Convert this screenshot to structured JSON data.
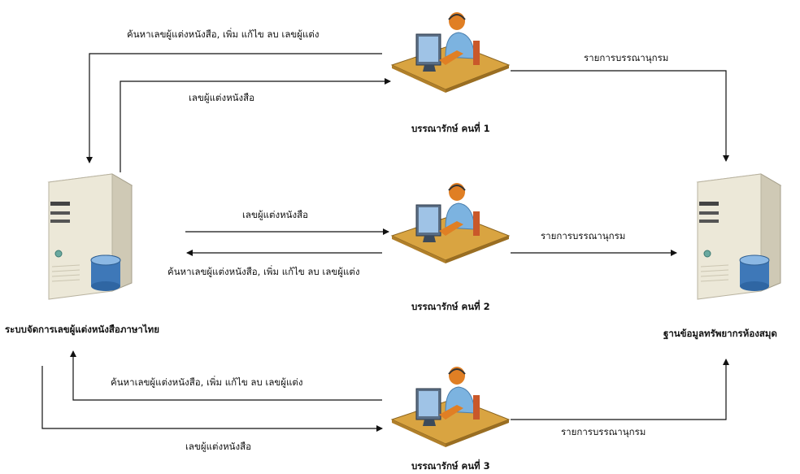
{
  "diagram": {
    "system": {
      "label": "ระบบจัดการเลขผู้แต่งหนังสือภาษาไทย",
      "icon": "server-database-icon"
    },
    "database": {
      "label": "ฐานข้อมูลทรัพยากรห้องสมุด",
      "icon": "server-database-icon"
    },
    "librarians": [
      {
        "label": "บรรณารักษ์ คนที่ 1",
        "icon": "librarian-workstation-icon"
      },
      {
        "label": "บรรณารักษ์ คนที่ 2",
        "icon": "librarian-workstation-icon"
      },
      {
        "label": "บรรณารักษ์ คนที่ 3",
        "icon": "librarian-workstation-icon"
      }
    ],
    "flows": {
      "request_1": "ค้นหาเลขผู้แต่งหนังสือ, เพิ่ม แก้ไข ลบ เลขผู้แต่ง",
      "response_1": "เลขผู้แต่งหนังสือ",
      "catalog_1": "รายการบรรณานุกรม",
      "response_2": "เลขผู้แต่งหนังสือ",
      "request_2": "ค้นหาเลขผู้แต่งหนังสือ, เพิ่ม แก้ไข ลบ เลขผู้แต่ง",
      "catalog_2": "รายการบรรณานุกรม",
      "request_3": "ค้นหาเลขผู้แต่งหนังสือ, เพิ่ม แก้ไข ลบ เลขผู้แต่ง",
      "response_3": "เลขผู้แต่งหนังสือ",
      "catalog_3": "รายการบรรณานุกรม"
    }
  }
}
